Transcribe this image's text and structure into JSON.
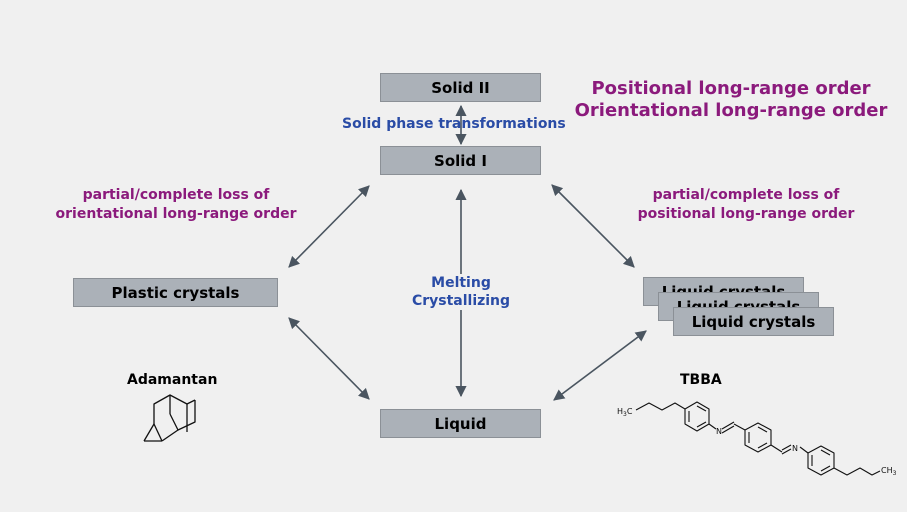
{
  "colors": {
    "background": "#f0f0f0",
    "box_fill": "#abb1b8",
    "box_border": "#8b9096",
    "arrow": "#4a5560",
    "purple_text": "#8b1a7c",
    "blue_text": "#2a4ca6"
  },
  "boxes": {
    "solid_ii": "Solid II",
    "solid_i": "Solid I",
    "liquid": "Liquid",
    "plastic": "Plastic crystals",
    "lc_back": "Liquid crystals",
    "lc_mid": "Liquid crystals",
    "lc_front": "Liquid crystals"
  },
  "labels": {
    "solid_phase": "Solid phase transformations",
    "melting": "Melting",
    "crystallizing": "Crystallizing",
    "pos_order": "Positional long-range order",
    "orient_order": "Orientational long-range order",
    "left_loss_1": "partial/complete loss of",
    "left_loss_2": "orientational long-range order",
    "right_loss_1": "partial/complete loss of",
    "right_loss_2": "positional long-range order",
    "adamantan": "Adamantan",
    "tbba": "TBBA"
  },
  "tbba_structure": {
    "h3c": "H",
    "h3c_sub": "3",
    "h3c_c": "C",
    "n1": "N",
    "n2": "N",
    "ch3": "CH",
    "ch3_sub": "3"
  }
}
